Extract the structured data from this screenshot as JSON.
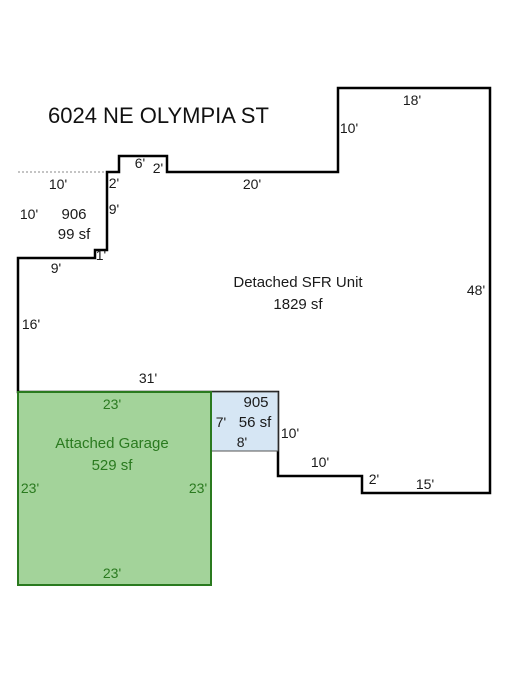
{
  "title": "6024 NE OLYMPIA ST",
  "colors": {
    "outline": "#000000",
    "garage_fill": "#a3d39a",
    "garage_stroke": "#2a7a1f",
    "garage_text": "#2a7a1f",
    "area905_fill": "#d6e6f4",
    "area906_stroke": "#888888"
  },
  "main_unit": {
    "name": "Detached SFR Unit",
    "area": "1829 sf"
  },
  "garage": {
    "name": "Attached Garage",
    "area": "529 sf",
    "dims": {
      "top": "23'",
      "left": "23'",
      "right": "23'",
      "bottom": "23'"
    }
  },
  "area_905": {
    "id": "905",
    "area": "56 sf",
    "dims": {
      "left": "7'",
      "bottom": "8'"
    }
  },
  "area_906": {
    "id": "906",
    "area": "99 sf",
    "dims": {
      "top": "10'",
      "left": "10'"
    }
  },
  "dims": {
    "top_right": "18'",
    "upper_left_step": "10'",
    "right_side": "48'",
    "top_middle": "20'",
    "jog_6": "6'",
    "jog_2_top": "2'",
    "jog_2_left": "2'",
    "step_9_vertical": "9'",
    "step_1": "1'",
    "step_9_horizontal": "9'",
    "left_16": "16'",
    "bottom_31": "31'",
    "notch_10_vertical": "10'",
    "notch_10_horizontal": "10'",
    "notch_2": "2'",
    "bottom_15": "15'"
  }
}
